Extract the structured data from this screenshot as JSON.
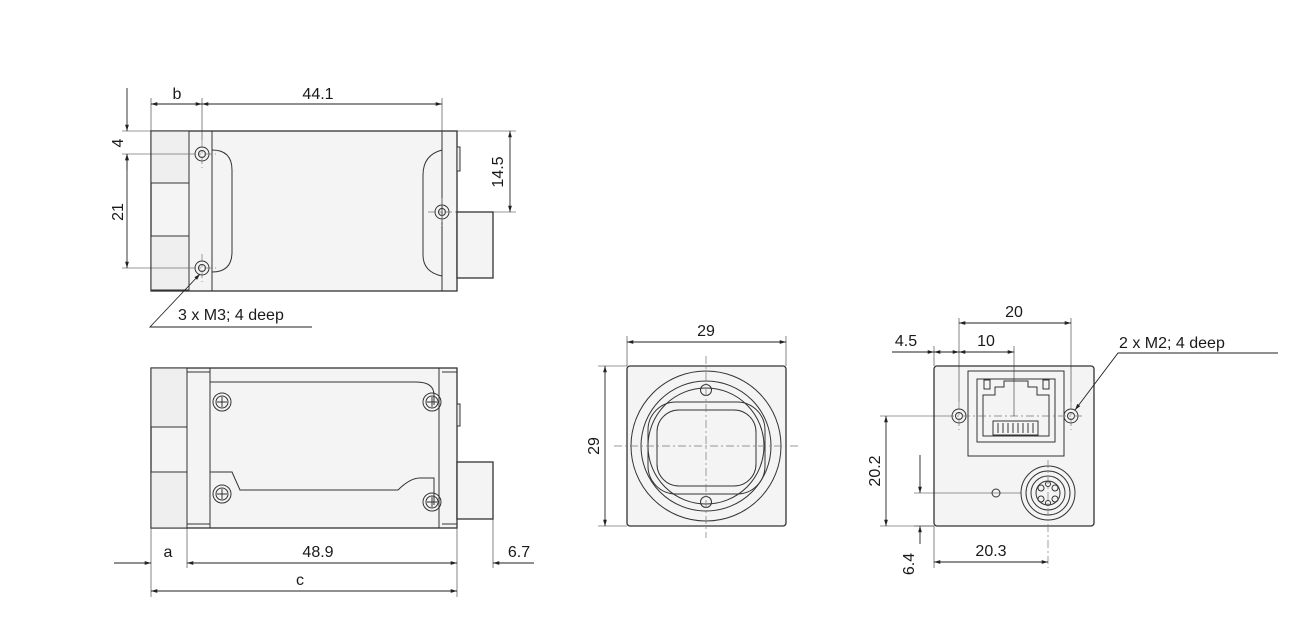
{
  "top_view": {
    "dim_b": "b",
    "dim_length": "44.1",
    "dim_hole_top": "4",
    "dim_hole_spacing": "21",
    "dim_side_hole": "14.5",
    "note_holes": "3 x M3; 4 deep"
  },
  "side_view": {
    "dim_a": "a",
    "dim_body": "48.9",
    "dim_connector": "6.7",
    "dim_c": "c"
  },
  "front_view": {
    "dim_width": "29",
    "dim_height": "29"
  },
  "back_view": {
    "dim_hole_spacing": "20",
    "dim_offset_left": "4.5",
    "dim_port_offset": "10",
    "note_holes": "2 x M2; 4 deep",
    "dim_hole_height": "20.2",
    "dim_connector_height": "6.4",
    "dim_connector_offset": "20.3"
  },
  "colors": {
    "background": "#ffffff",
    "panel": "#ffffff",
    "line": "#333333",
    "fill": "#f4f4f4"
  }
}
